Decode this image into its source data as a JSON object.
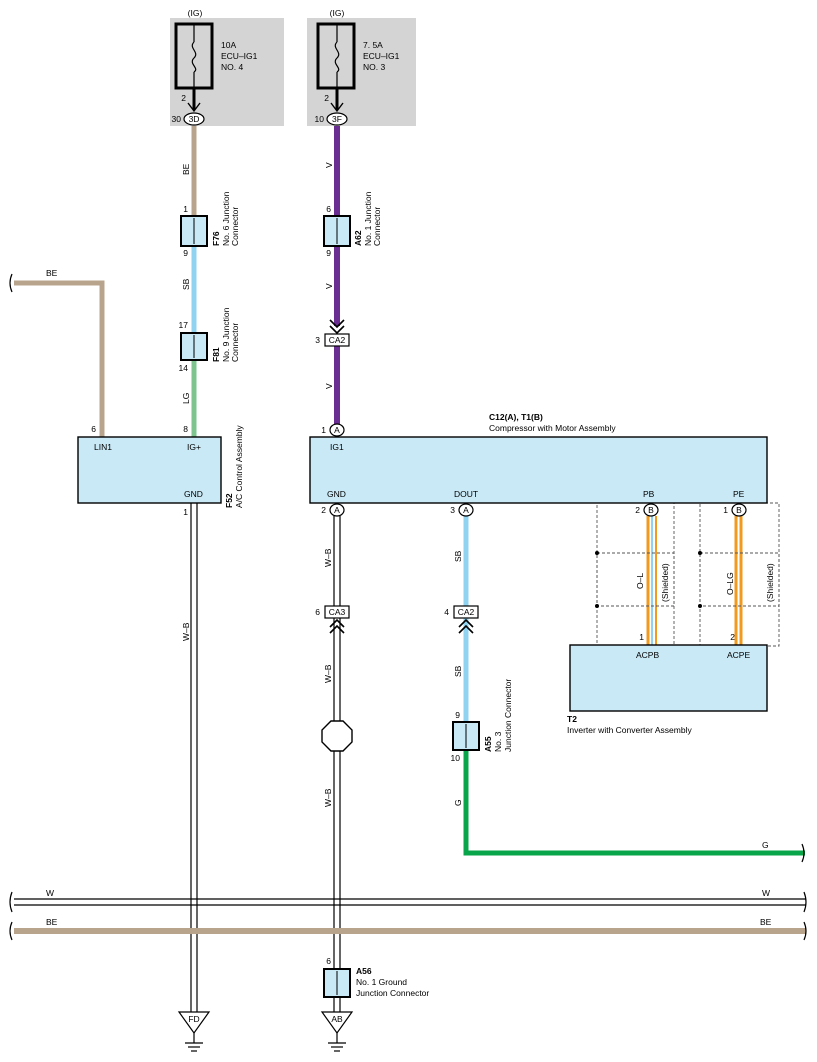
{
  "fuses": [
    {
      "supply": "(IG)",
      "rating": "10A",
      "name": "ECU–IG1",
      "number": "NO. 4",
      "pin": "2",
      "connector_pin": "30",
      "connector": "3D"
    },
    {
      "supply": "(IG)",
      "rating": "7. 5A",
      "name": "ECU–IG1",
      "number": "NO. 3",
      "pin": "2",
      "connector_pin": "10",
      "connector": "3F"
    }
  ],
  "junctions": {
    "f76": {
      "code": "F76",
      "name_l1": "No. 6 Junction",
      "name_l2": "Connector",
      "pin_top": "1",
      "pin_bot": "9"
    },
    "f81": {
      "code": "F81",
      "name_l1": "No. 9 Junction",
      "name_l2": "Connector",
      "pin_top": "17",
      "pin_bot": "14"
    },
    "a62": {
      "code": "A62",
      "name_l1": "No. 1 Junction",
      "name_l2": "Connector",
      "pin_top": "6",
      "pin_bot": "9"
    },
    "a55": {
      "code": "A55",
      "name_l1": "No. 3",
      "name_l2": "Junction Connector",
      "pin_top": "9",
      "pin_bot": "10"
    },
    "a56": {
      "code": "A56",
      "name_l1": "No. 1 Ground",
      "name_l2": "Junction Connector",
      "pin_top": "6"
    }
  },
  "inline": {
    "ca2_top": {
      "code": "CA2",
      "pin": "3"
    },
    "ca3": {
      "code": "CA3",
      "pin": "6"
    },
    "ca2_mid": {
      "code": "CA2",
      "pin": "4"
    }
  },
  "ac_control": {
    "code": "F52",
    "name": "A/C Control Assembly",
    "lin1": "LIN1",
    "lin1_pin": "6",
    "igp": "IG+",
    "igp_pin": "8",
    "gnd": "GND",
    "gnd_pin": "1"
  },
  "compressor": {
    "code": "C12(A), T1(B)",
    "name": "Compressor with Motor Assembly",
    "ig1": "IG1",
    "ig1_pin": "1",
    "ig1_conn": "A",
    "gnd": "GND",
    "gnd_pin": "2",
    "gnd_conn": "A",
    "dout": "DOUT",
    "dout_pin": "3",
    "dout_conn": "A",
    "pb": "PB",
    "pb_pin": "2",
    "pb_conn": "B",
    "pe": "PE",
    "pe_pin": "1",
    "pe_conn": "B"
  },
  "inverter": {
    "code": "T2",
    "name": "Inverter with Converter Assembly",
    "acpb": "ACPB",
    "acpb_pin": "1",
    "acpe": "ACPE",
    "acpe_pin": "2"
  },
  "wire_codes": {
    "be_top": "BE",
    "sb_left": "SB",
    "lg": "LG",
    "be_left": "BE",
    "v1": "V",
    "v2": "V",
    "v3": "V",
    "wb_left": "W–B",
    "wb1": "W–B",
    "wb2": "W–B",
    "wb3": "W–B",
    "sb1": "SB",
    "sb2": "SB",
    "g": "G",
    "g_right": "G",
    "ol": "O–L",
    "olg": "O–LG",
    "shielded": "(Shielded)",
    "w_left": "W",
    "w_right": "W",
    "be_bus_left": "BE",
    "be_bus_right": "BE"
  },
  "grounds": [
    {
      "code": "FD"
    },
    {
      "code": "AB"
    }
  ],
  "colors": {
    "be": "#b8a48c",
    "sb": "#8fd3f1",
    "lg": "#7dc48f",
    "v": "#6a2d91",
    "g": "#08a54a",
    "o": "#f29a1d",
    "panel": "#c9e9f6",
    "fusebox": "#d4d4d4"
  }
}
